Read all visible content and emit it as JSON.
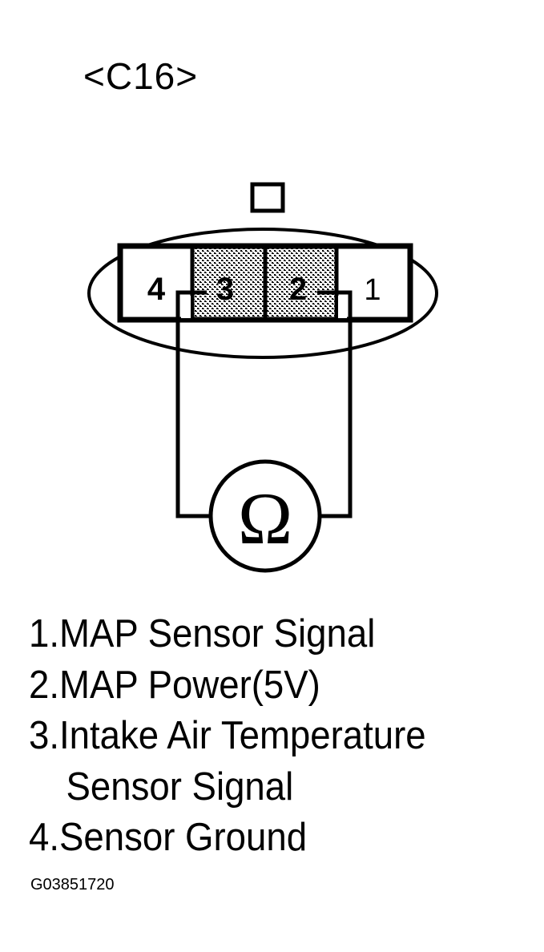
{
  "connector": {
    "label": "<C16>",
    "pins": [
      {
        "number": "4",
        "shaded": false
      },
      {
        "number": "3",
        "shaded": true
      },
      {
        "number": "2",
        "shaded": true
      },
      {
        "number": "1",
        "shaded": false
      }
    ],
    "meter_symbol": "Ω",
    "meter_icon": "ohmmeter-icon",
    "probed_pins": [
      "3",
      "2"
    ]
  },
  "legend": {
    "items": [
      {
        "line1": "1.MAP Sensor Signal"
      },
      {
        "line1": "2.MAP Power(5V)"
      },
      {
        "line1": "3.Intake Air Temperature",
        "line2": "Sensor Signal"
      },
      {
        "line1": "4.Sensor Ground"
      }
    ]
  },
  "figure_id": "G03851720",
  "colors": {
    "ink": "#000000",
    "background": "#ffffff",
    "shading": "#9a9a9a"
  }
}
